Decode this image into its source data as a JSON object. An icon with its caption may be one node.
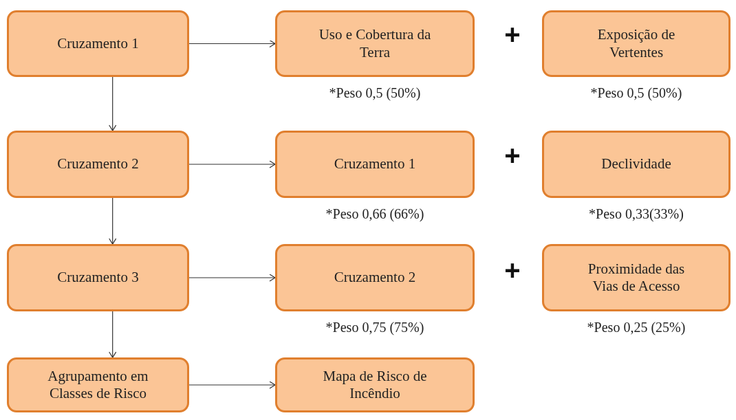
{
  "diagram": {
    "nodes": [
      {
        "text": [
          "Cruzamento 1"
        ]
      },
      {
        "text": [
          "Uso e Cobertura da Terra"
        ],
        "beside": [
          "*Peso 0,5 (50%)"
        ]
      },
      {
        "text": [
          "Exposição de Vertentes"
        ],
        "beside": [
          "*Peso 0,5 (50%)"
        ]
      },
      {
        "text": [
          "Cruzamento 2"
        ]
      },
      {
        "text": [
          "Cruzamento 1"
        ],
        "beside": [
          "*Peso 0,66 (66%)"
        ]
      },
      {
        "text": [
          "Declividade"
        ],
        "beside": [
          "*Peso 0,33(33%)"
        ]
      },
      {
        "text": [
          "Cruzamento 3"
        ]
      },
      {
        "text": [
          "Cruzamento 2"
        ],
        "beside": [
          "*Peso 0,75 (75%)"
        ]
      },
      {
        "text": [
          "Proximidade das Vias de Acesso"
        ],
        "beside": [
          "*Peso 0,25 (25%)"
        ]
      },
      {
        "text": [
          "Agrupamento em Classes de Risco"
        ]
      },
      {
        "text": [
          "Mapa de Risco de Incêndio"
        ]
      }
    ],
    "edges": [
      {
        "from": 0,
        "to": 1,
        "arrow": "to"
      },
      {
        "from": 0,
        "to": 3,
        "arrow": "to"
      },
      {
        "from": 3,
        "to": 4,
        "arrow": "to"
      },
      {
        "from": 3,
        "to": 6,
        "arrow": "to"
      },
      {
        "from": 6,
        "to": 7,
        "arrow": "to"
      },
      {
        "from": 6,
        "to": 9,
        "arrow": "to"
      },
      {
        "from": 9,
        "to": 10,
        "arrow": "to"
      }
    ],
    "labels": [
      "+",
      "+",
      "+"
    ]
  }
}
